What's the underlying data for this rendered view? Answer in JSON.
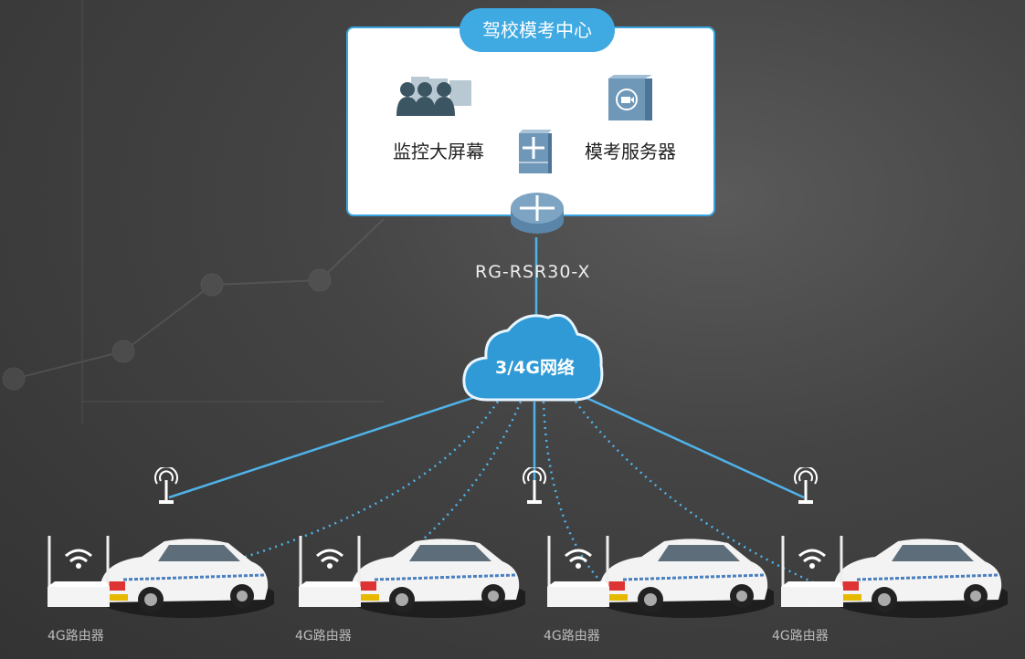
{
  "center": {
    "title": "驾校模考中心",
    "monitor_label": "监控大屏幕",
    "server_label": "模考服务器"
  },
  "router_model": "RG-RSR30-X",
  "network_label": "3/4G网络",
  "vehicles": [
    {
      "router_label": "4G路由器"
    },
    {
      "router_label": "4G路由器"
    },
    {
      "router_label": "4G路由器"
    },
    {
      "router_label": "4G路由器"
    }
  ],
  "colors": {
    "accent": "#3fa9e2",
    "link": "#4fb3ea"
  }
}
